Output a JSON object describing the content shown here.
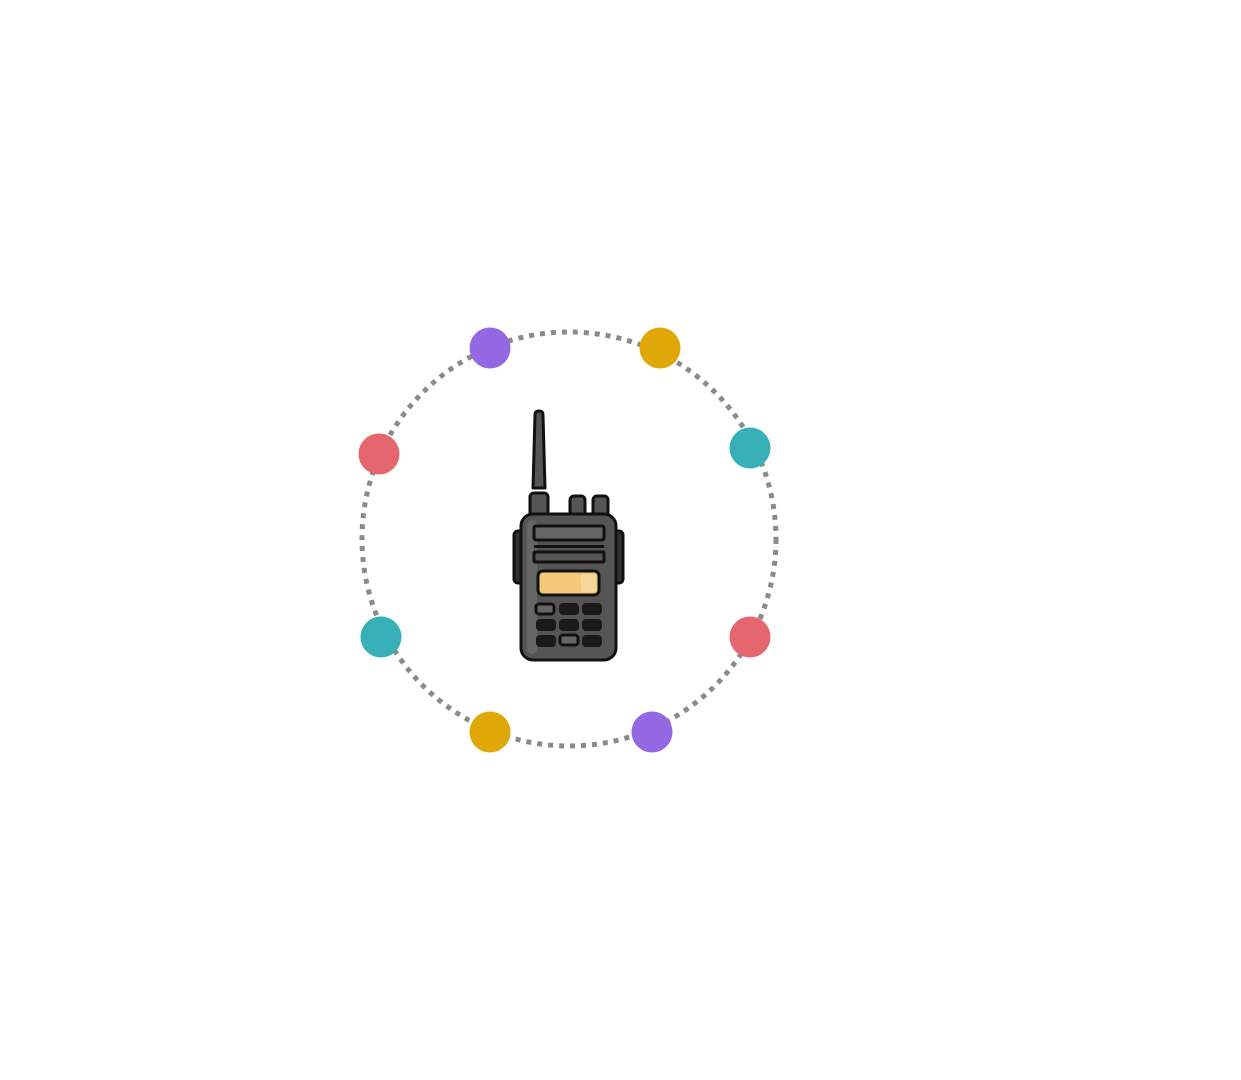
{
  "ring": {
    "stroke_color": "#8a8a8a",
    "dots": [
      {
        "name": "dot-purple-top",
        "color": "#9468e2"
      },
      {
        "name": "dot-yellow-top",
        "color": "#e0a806"
      },
      {
        "name": "dot-teal-right",
        "color": "#38b0b8"
      },
      {
        "name": "dot-red-right",
        "color": "#e66670"
      },
      {
        "name": "dot-purple-bottom",
        "color": "#9468e2"
      },
      {
        "name": "dot-yellow-bottom",
        "color": "#e0a806"
      },
      {
        "name": "dot-teal-left",
        "color": "#38b0b8"
      },
      {
        "name": "dot-red-left",
        "color": "#e66670"
      }
    ]
  },
  "device": {
    "icon": "walkie-talkie-icon",
    "body_color": "#555555",
    "outline_color": "#111111",
    "screen_color": "#f5c97a"
  }
}
